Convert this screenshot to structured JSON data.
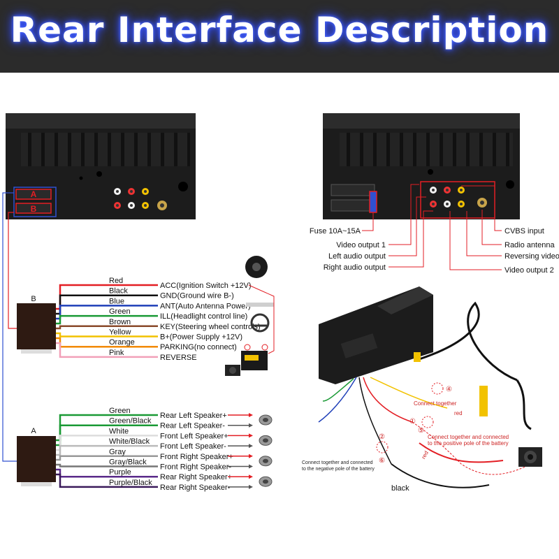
{
  "title": "Rear Interface Description",
  "blocks": {
    "b": "B",
    "a": "A",
    "top_a": "A",
    "top_b": "B"
  },
  "harness_b": [
    {
      "wire": "Red",
      "desc": "ACC(Ignition Switch +12V)",
      "color": "#e31e24"
    },
    {
      "wire": "Black",
      "desc": "GND(Ground wire B-)",
      "color": "#111111"
    },
    {
      "wire": "Blue",
      "desc": "ANT(Auto Antenna Power)",
      "color": "#1f3fb8"
    },
    {
      "wire": "Green",
      "desc": "ILL(Headlight control line)",
      "color": "#1a9a35"
    },
    {
      "wire": "Brown",
      "desc": "KEY(Steering wheel controls)",
      "color": "#8a4a2a"
    },
    {
      "wire": "Yellow",
      "desc": "B+(Power Supply +12V)",
      "color": "#f2c200"
    },
    {
      "wire": "Orange",
      "desc": "PARKING(no connect)",
      "color": "#f28a00"
    },
    {
      "wire": "Pink",
      "desc": "REVERSE",
      "color": "#f2a0b8"
    }
  ],
  "harness_a": [
    {
      "wire": "Green",
      "desc": "Rear Left Speaker+",
      "color": "#1a9a35",
      "pol": "+"
    },
    {
      "wire": "Green/Black",
      "desc": "Rear Left Speaker-",
      "color": "#1a9a35",
      "pol": "-"
    },
    {
      "wire": "White",
      "desc": "Front Left Speaker+",
      "color": "#dddddd",
      "pol": "+"
    },
    {
      "wire": "White/Black",
      "desc": "Front Left Speaker-",
      "color": "#bbbbbb",
      "pol": "-"
    },
    {
      "wire": "Gray",
      "desc": "Front Right Speaker+",
      "color": "#999999",
      "pol": "+"
    },
    {
      "wire": "Gray/Black",
      "desc": "Front Right Speaker-",
      "color": "#777777",
      "pol": "-"
    },
    {
      "wire": "Purple",
      "desc": "Rear Right Speaker+",
      "color": "#5a2a8a",
      "pol": "+"
    },
    {
      "wire": "Purple/Black",
      "desc": "Rear Right Speaker-",
      "color": "#3a1a5a",
      "pol": "-"
    }
  ],
  "callouts": {
    "fuse": "Fuse 10A~15A",
    "video_output_1": "Video output 1",
    "left_audio_output": "Left audio output",
    "right_audio_output": "Right audio output",
    "cvbs_input": "CVBS input",
    "radio_antenna": "Radio antenna",
    "reversing_video_input": "Reversing video input",
    "video_output_2": "Video output 2"
  },
  "camera_notes": {
    "connect_together": "Connect together",
    "positive_1": "Connect together and connected",
    "positive_2": "to the positive pole of the battery",
    "negative_1": "Connect together and connected",
    "negative_2": "to the negative pole of the battery",
    "red_1": "red",
    "red_2": "red",
    "black": "black",
    "n1": "①",
    "n2": "②",
    "n4": "④",
    "n5": "⑤",
    "n6": "⑥"
  },
  "colors": {
    "banner_bg": "#2b2b2b",
    "title_glow": "#3a55ff",
    "highlight": "#e31e24",
    "unit_body": "#1c1c1c"
  }
}
